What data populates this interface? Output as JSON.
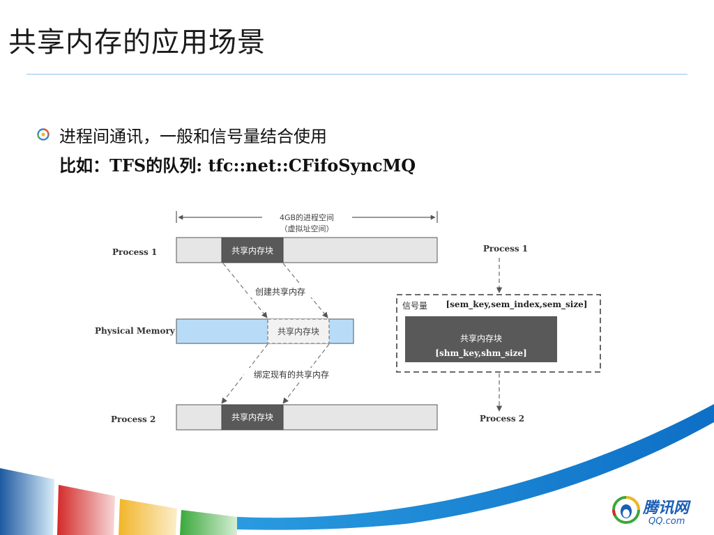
{
  "slide": {
    "title": "共享内存的应用场景",
    "bullet": {
      "line1": "进程间通讯，一般和信号量结合使用",
      "line2": "比如：TFS的队列: tfc::net::CFifoSyncMQ"
    }
  },
  "diagram": {
    "span_label_1": "4GB的进程空间",
    "span_label_2": "（虚拟址空间）",
    "row_process1": "Process 1",
    "row_physical": "Physical Memory",
    "row_process2": "Process 2",
    "shm_block": "共享内存块",
    "arrow_create": "创建共享内存",
    "arrow_bind": "绑定现有的共享内存",
    "right_process1": "Process 1",
    "right_process2": "Process 2",
    "sem_label": "信号量",
    "sem_params": "[sem_key,sem_index,sem_size]",
    "shm_params": "[shm_key,shm_size]"
  },
  "logo": {
    "brand": "腾讯网",
    "domain": "QQ.com"
  },
  "colors": {
    "accent_rule": "#8ec8e8",
    "block_dark": "#595959",
    "physical_memory": "#b8dcf8",
    "process_bar": "#e6e6e6",
    "logo_blue": "#1a5fb4"
  }
}
